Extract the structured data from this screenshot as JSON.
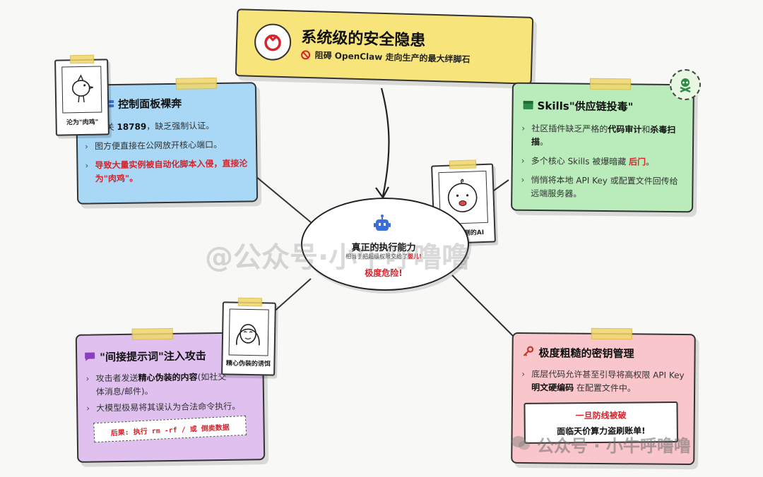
{
  "header": {
    "title": "系统级的安全隐患",
    "subtitle": "阻碍 OpenClaw 走向生产的最大绊脚石"
  },
  "center": {
    "title": "真正的执行能力",
    "subtitle_prefix": "相当于把超级权限交给了",
    "subtitle_highlight": "婴儿!",
    "danger": "极度危险!"
  },
  "card_blue": {
    "title": "控制面板裸奔",
    "b1_pre": "认网关 ",
    "b1_bold": "18789",
    "b1_post": "，缺乏强制认证。",
    "b2": "图方便直接在公网放开核心端口。",
    "b3": "导致大量实例被自动化脚本入侵，直接沦为\"肉鸡\"。"
  },
  "card_green": {
    "title": "Skills\"供应链投毒\"",
    "b1_pre": "社区插件缺乏严格的",
    "b1_bold1": "代码审计",
    "b1_mid": "和",
    "b1_bold2": "杀毒扫描",
    "b1_post": "。",
    "b2_pre": "多个核心 Skills 被爆暗藏 ",
    "b2_red": "后门",
    "b2_post": "。",
    "b3": "悄悄将本地 API Key 或配置文件回传给远端服务器。"
  },
  "card_purple": {
    "title": "\"间接提示词\"注入攻击",
    "b1_pre": "攻击者发送",
    "b1_bold": "精心伪装的内容",
    "b1_post": "(如社交",
    "b1_line2": "体消息/邮件)。",
    "b2": "大模型极易将其误认为合法命令执行。",
    "result": "后果: 执行 rm -rf / 或 倒卖数据"
  },
  "card_pink": {
    "title": "极度粗糙的密钥管理",
    "b1_pre": "底层代码允许甚至引导将高权限 API Key ",
    "b1_bold": "明文硬编码",
    "b1_post": " 在配置文件中。",
    "alert1": "一旦防线被破",
    "alert2": "面临天价算力盗刷账单!"
  },
  "polaroids": {
    "bird": "沦为\"肉鸡\"",
    "baby": "不可预测的AI",
    "girl": "精心伪装的诱饵"
  },
  "watermarks": {
    "center": "@公众号·小牛呼噜噜",
    "corner": "公众号 · 小牛呼噜噜"
  },
  "colors": {
    "header_bg": "#f7e57c",
    "blue_card": "#a9d8f7",
    "green_card": "#b9ecba",
    "purple_card": "#dfc0ef",
    "pink_card": "#f9c6cb",
    "danger_red": "#d8232a"
  }
}
